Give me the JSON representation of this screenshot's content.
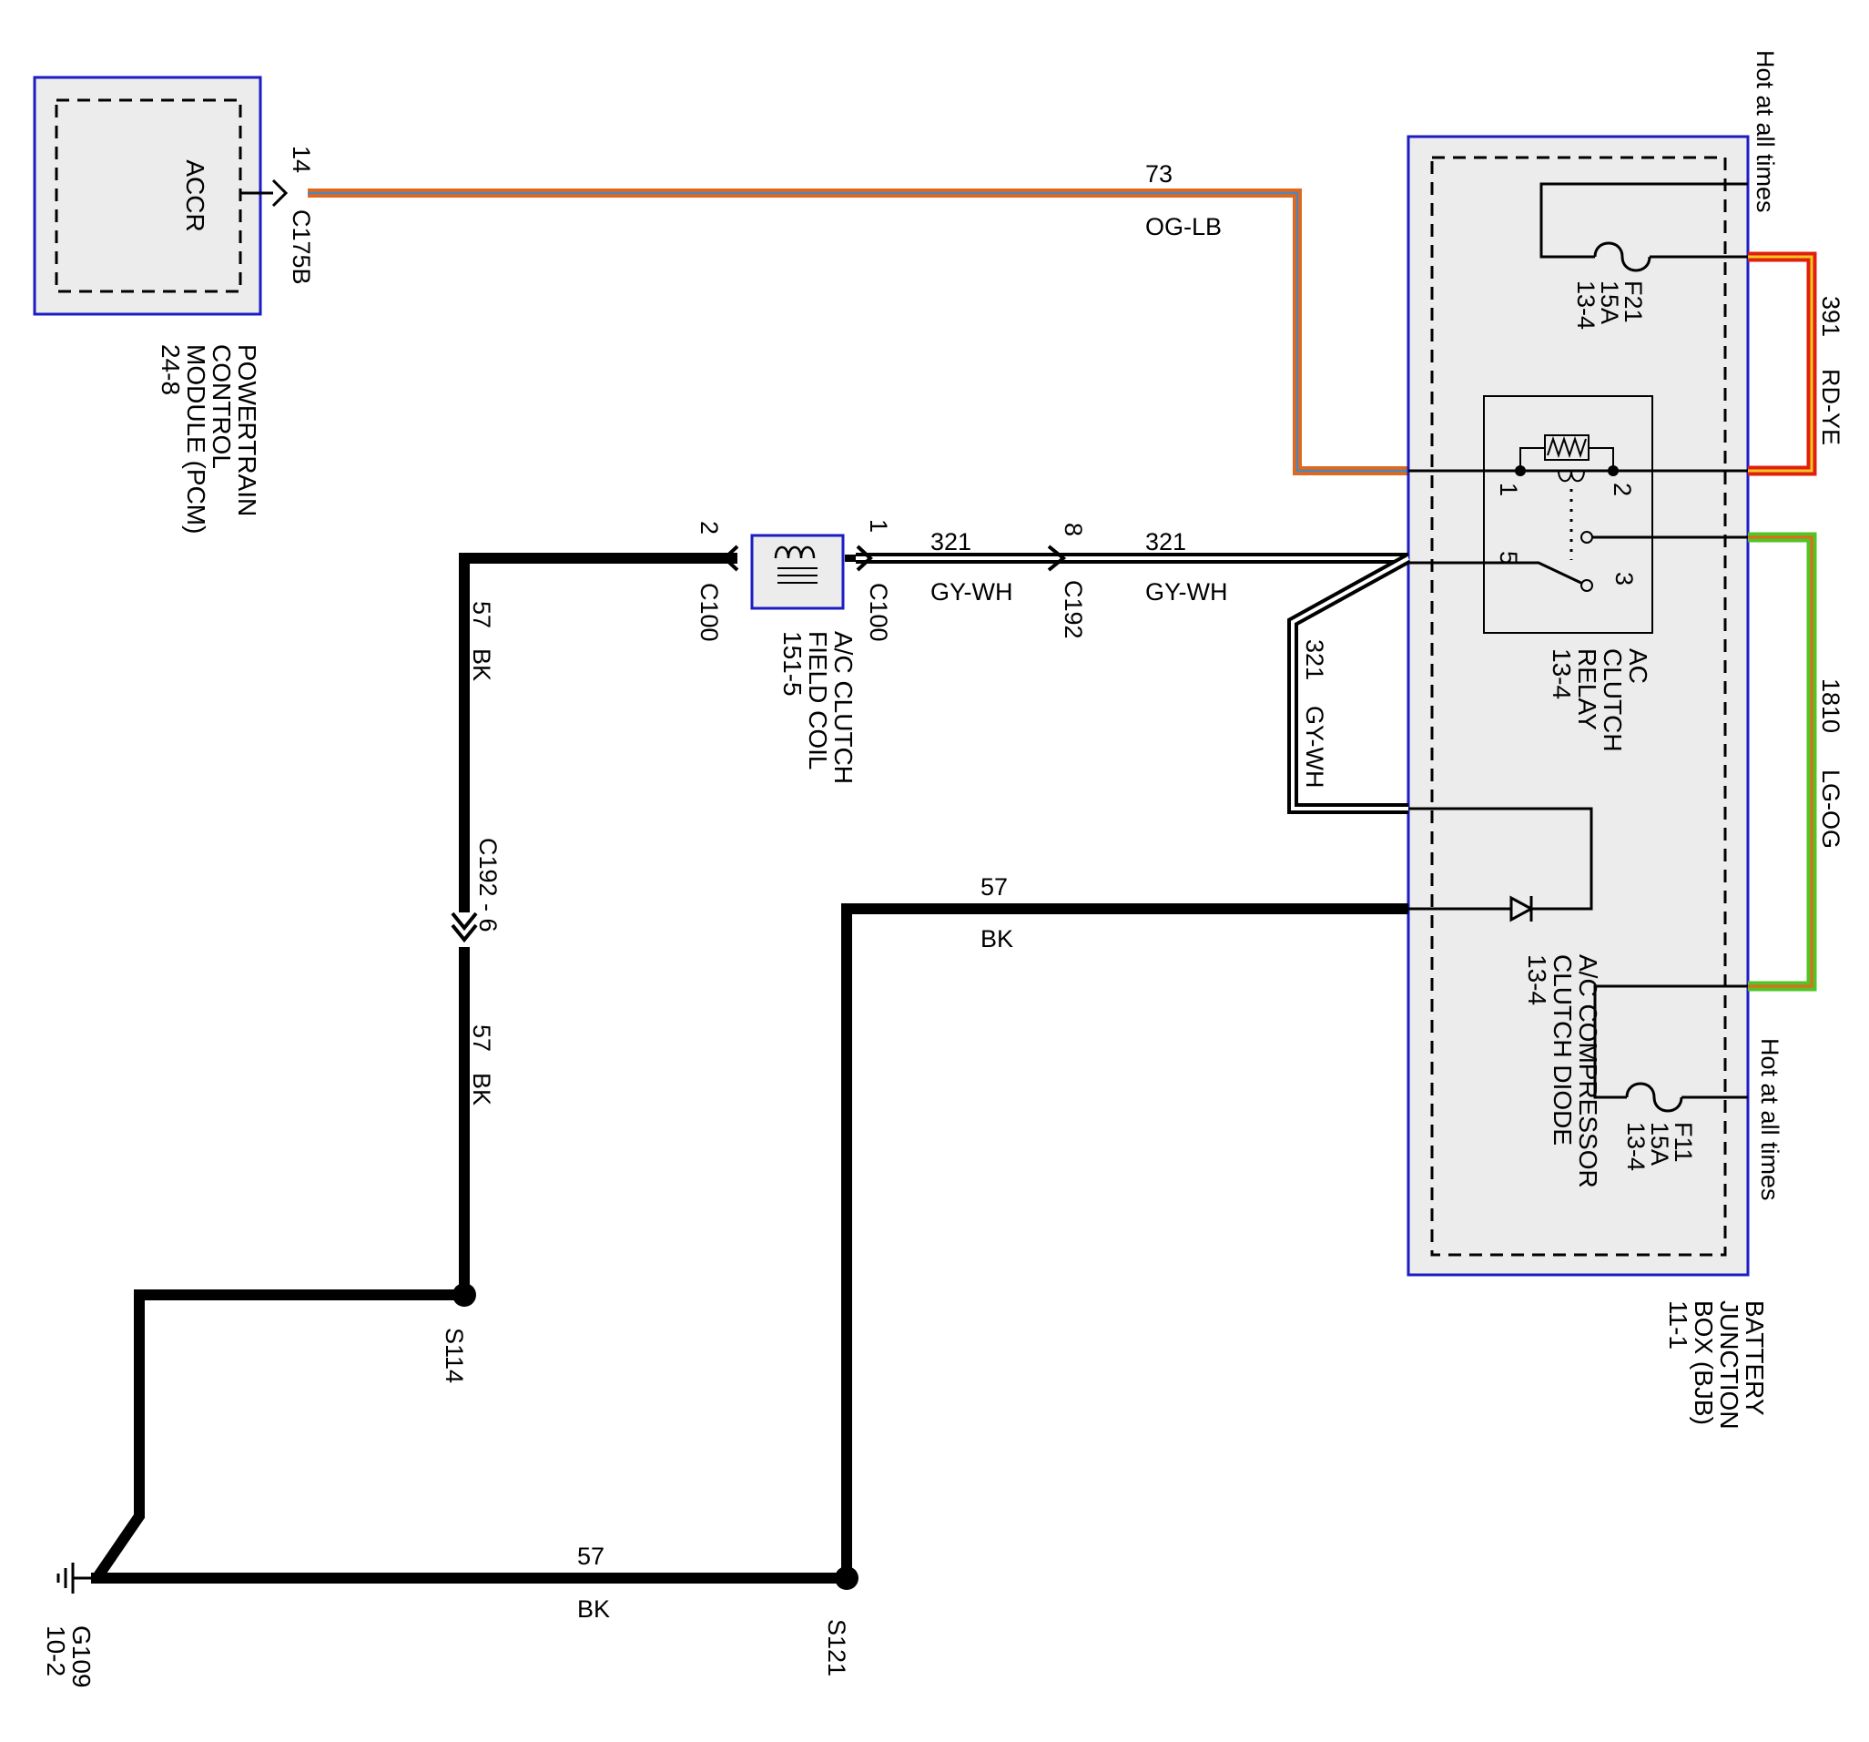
{
  "colors": {
    "module_border": "#1c1cc4",
    "module_fill": "#ececec",
    "wire_black": "#000000",
    "wire_og_lb": "#e0681e",
    "wire_og_lb_stripe": "#4f86b8",
    "wire_rd_ye": "#e01f10",
    "wire_rd_ye_stripe": "#f2c81c",
    "wire_lg_og": "#52c426",
    "wire_lg_og_stripe": "#e06a1e"
  },
  "pcm": {
    "label_lines": [
      "POWERTRAIN",
      "CONTROL",
      "MODULE (PCM)",
      "24-8"
    ],
    "inner_label": "ACCR",
    "pin": "14",
    "connector": "C175B"
  },
  "bjb": {
    "label_lines": [
      "BATTERY",
      "JUNCTION",
      "BOX (BJB)",
      "11-1"
    ],
    "hot_top": "Hot at all times",
    "hot_bottom": "Hot at all times",
    "fuse_f21": [
      "F21",
      "15A",
      "13-4"
    ],
    "fuse_f11": [
      "F11",
      "15A",
      "13-4"
    ],
    "relay": {
      "label_lines": [
        "AC",
        "CLUTCH",
        "RELAY",
        "13-4"
      ],
      "pins": [
        "1",
        "2",
        "3",
        "5"
      ]
    },
    "diode": {
      "label_lines": [
        "A/C COMPRESSOR",
        "CLUTCH DIODE",
        "13-4"
      ]
    }
  },
  "clutch_coil": {
    "label_lines": [
      "A/C CLUTCH",
      "FIELD COIL",
      "151-5"
    ],
    "pin_left": "2",
    "pin_right": "1",
    "connector_left": "C100",
    "connector_right": "C100"
  },
  "connectors": {
    "c192_pin": "8",
    "c192": "C192",
    "c192_6": "C192 - 6"
  },
  "wires": {
    "w73": {
      "circuit": "73",
      "color": "OG-LB"
    },
    "w391": {
      "circuit": "391",
      "color": "RD-YE"
    },
    "w1810": {
      "circuit": "1810",
      "color": "LG-OG"
    },
    "w321_a": {
      "circuit": "321",
      "color": "GY-WH"
    },
    "w321_b": {
      "circuit": "321",
      "color": "GY-WH"
    },
    "w321_c": {
      "circuit": "321",
      "color": "GY-WH"
    },
    "w57_vert_upper": {
      "circuit": "57",
      "color": "BK"
    },
    "w57_vert_lower": {
      "circuit": "57",
      "color": "BK"
    },
    "w57_diode": {
      "circuit": "57",
      "color": "BK"
    },
    "w57_bottom": {
      "circuit": "57",
      "color": "BK"
    }
  },
  "splices": {
    "s114": "S114",
    "s121": "S121"
  },
  "ground": {
    "label_lines": [
      "G109",
      "10-2"
    ]
  }
}
